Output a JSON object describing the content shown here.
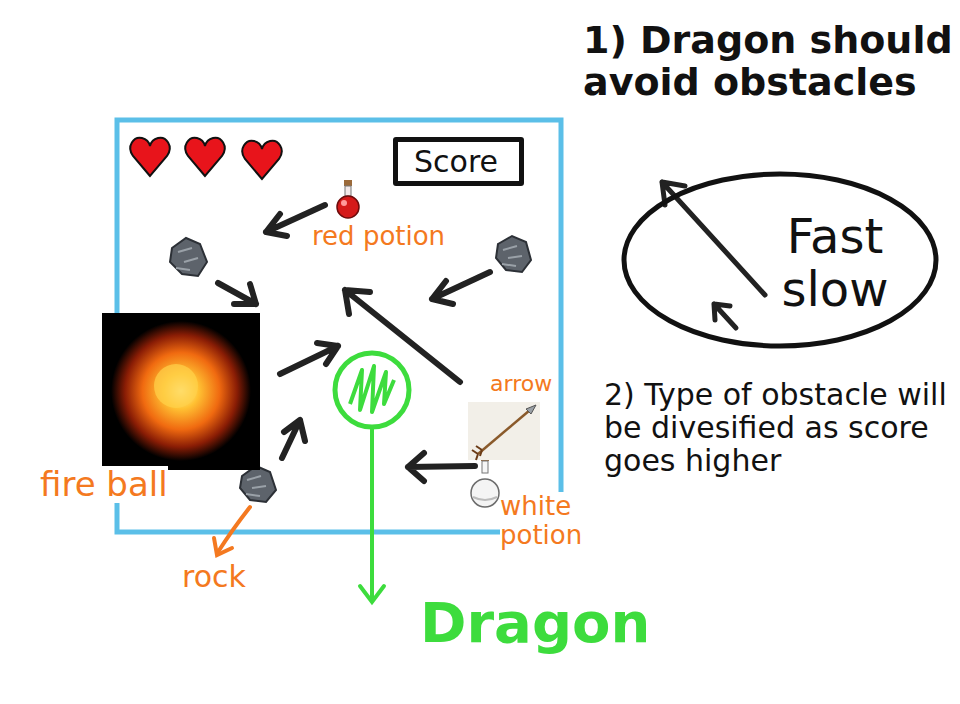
{
  "diagram": {
    "nodes": [
      {
        "text": [
          "Score"
        ]
      },
      {
        "text": [
          "Fast",
          "slow"
        ]
      }
    ],
    "labels": [
      "1) Dragon should avoid obstacles",
      "red potion",
      "arrow",
      "2) Type of obstacle will be divesified as score goes higher",
      "fire ball",
      "white potion",
      "rock",
      "Dragon"
    ]
  }
}
